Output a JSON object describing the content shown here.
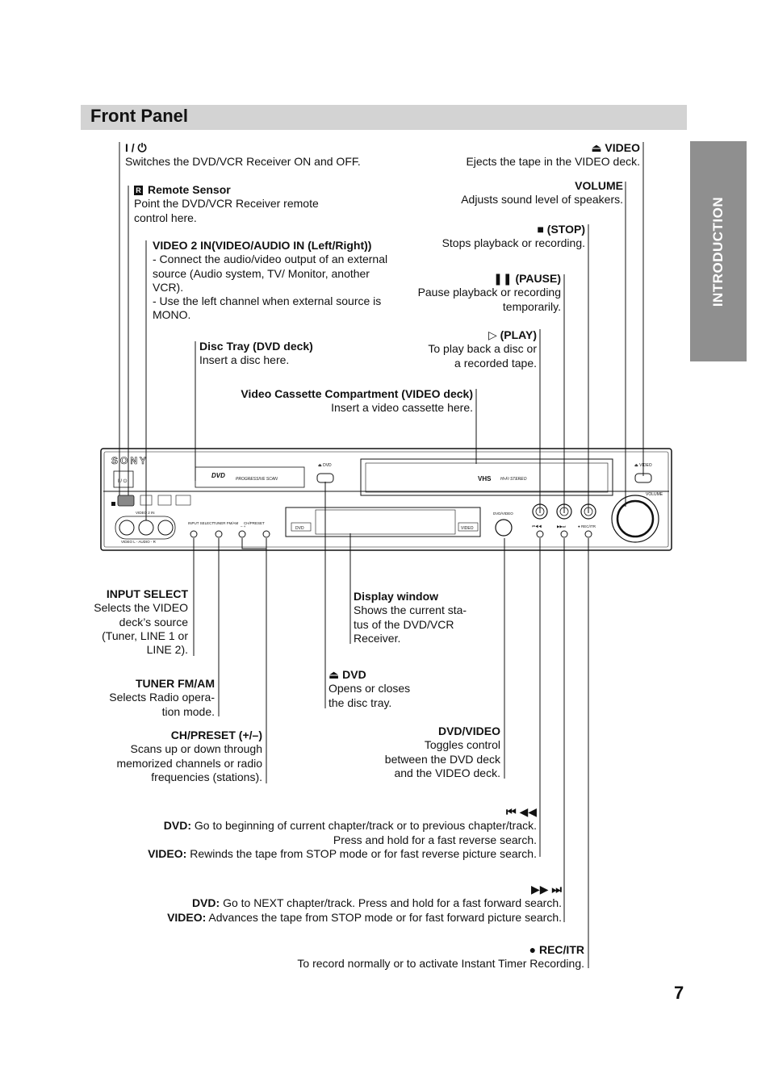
{
  "section_title": "Front Panel",
  "side_tab": "INTRODUCTION",
  "page_number": "7",
  "device": {
    "brand": "SONY",
    "power_symbol": "I / ⏻",
    "dvd_logo": "DVD",
    "progressive_scan": "PROGRESSIVE SCAN",
    "dvd_eject_label": "⏏ DVD",
    "vhs_logo": "VHS",
    "hifi_stereo": "Hi-Fi STEREO",
    "video_eject_label": "⏏ VIDEO",
    "volume_label": "VOLUME",
    "video2_in": "VIDEO 2 IN",
    "jack_labels": "VIDEO    L - AUDIO - R",
    "input_select": "INPUT SELECT",
    "tuner_fmam": "TUNER FM/AM",
    "ch_preset": "CH/PRESET",
    "minus_plus": "–         +",
    "display_dvd": "DVD",
    "display_video": "VIDEO",
    "dvd_video_btn": "DVD/VIDEO",
    "rew_label": "⏮◀◀",
    "ff_label": "▶▶⏭",
    "rec_label": "● REC/ITR"
  },
  "labels": {
    "power": {
      "title": "I / ⏻",
      "desc": "Switches the DVD/VCR Receiver ON and OFF."
    },
    "remote": {
      "title": "Remote Sensor",
      "icon": "R",
      "desc": "Point the DVD/VCR Receiver remote control here."
    },
    "video2": {
      "title": "VIDEO 2 IN(VIDEO/AUDIO IN (Left/Right))",
      "line1": "- Connect the audio/video output of an external source (Audio system, TV/ Monitor, another VCR).",
      "line2": "- Use the left channel when external source is MONO."
    },
    "disc_tray": {
      "title": "Disc Tray (DVD deck)",
      "desc": "Insert a disc here."
    },
    "cassette": {
      "title": "Video Cassette Compartment (VIDEO deck)",
      "desc": "Insert a video cassette here."
    },
    "video_eject": {
      "title": "⏏ VIDEO",
      "desc": "Ejects the tape in the VIDEO deck."
    },
    "volume": {
      "title": "VOLUME",
      "desc": "Adjusts sound level of speakers."
    },
    "stop": {
      "title": "■ (STOP)",
      "desc": "Stops playback or recording."
    },
    "pause": {
      "title": "❚❚ (PAUSE)",
      "desc1": "Pause playback or recording",
      "desc2": "temporarily."
    },
    "play": {
      "title": "▷ (PLAY)",
      "desc1": "To play back a disc or",
      "desc2": "a recorded tape."
    },
    "input_select": {
      "title": "INPUT SELECT",
      "l1": "Selects the VIDEO",
      "l2": "deck’s source",
      "l3": "(Tuner, LINE 1 or",
      "l4": "LINE 2)."
    },
    "tuner": {
      "title": "TUNER FM/AM",
      "l1": "Selects Radio opera-",
      "l2": "tion mode."
    },
    "ch_preset": {
      "title": "CH/PRESET (+/–)",
      "l1": "Scans up or down through",
      "l2": "memorized channels or radio",
      "l3": "frequencies (stations)."
    },
    "display": {
      "title": "Display window",
      "l1": "Shows the current sta-",
      "l2": "tus of the DVD/VCR",
      "l3": "Receiver."
    },
    "dvd_eject": {
      "title": "⏏ DVD",
      "l1": "Opens or closes",
      "l2": "the disc tray."
    },
    "dvd_video": {
      "title": "DVD/VIDEO",
      "l1": "Toggles control",
      "l2": "between the DVD deck",
      "l3": "and the VIDEO deck."
    },
    "rew": {
      "title": "⏮ ◀◀",
      "dvd_label": "DVD:",
      "dvd_text": "Go to beginning of current chapter/track or to previous chapter/track.",
      "dvd_text2": "Press and hold for a fast reverse search.",
      "video_label": "VIDEO:",
      "video_text": "Rewinds the tape from STOP mode or for fast reverse picture search."
    },
    "ff": {
      "title": "▶▶ ⏭",
      "dvd_label": "DVD:",
      "dvd_text": "Go to NEXT chapter/track. Press and hold for a fast forward search.",
      "video_label": "VIDEO:",
      "video_text": "Advances the tape from STOP mode or for fast forward picture search."
    },
    "rec": {
      "title": "● REC/ITR",
      "desc": "To record normally or to activate Instant Timer Recording."
    }
  }
}
